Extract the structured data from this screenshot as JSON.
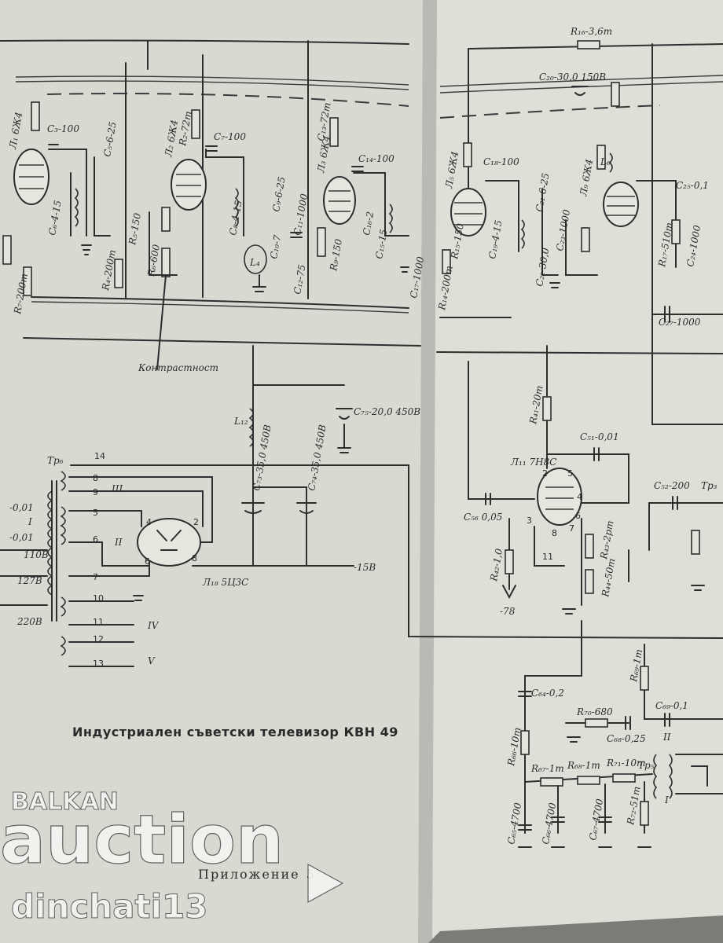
{
  "document": {
    "caption": "Индустриален съветски телевизор КВН 49",
    "footer_label": "Приложение",
    "footer_number": "5",
    "control_label": "Контрастност"
  },
  "watermark": {
    "brand_top": "BALKAN",
    "brand_main": "auction",
    "username": "dinchati13"
  },
  "left_labels": {
    "c3": "C₃-100",
    "c5": "C₅-6-25",
    "c6": "C₆-4-15",
    "l1": "Л₁ 6Ж4",
    "r2": "R₂-72т",
    "c7": "C₇-100",
    "l2": "Л₂ 6Ж4",
    "c8": "C₈-4-15",
    "c9": "C₉-6-25",
    "c10": "C₁₀-7",
    "c11": "C₁₁-1000",
    "c12": "C₁₂-75",
    "r5": "R₅-150",
    "r4": "R₄-200т",
    "r6": "R₆-600",
    "r7": "R₇-200т",
    "l3": "Л₃ 6Ж4",
    "c13": "C₁₃-72т",
    "c14": "C₁₄-100",
    "c15": "C₁₅-15",
    "c16": "C₁₆-2",
    "c17": "C₁₇-1000",
    "r9": "R₉-150",
    "l4": "L₄",
    "c73": "C₇₃-35,0 450В",
    "c74": "C₇₄-35,0 450В",
    "c75": "C₇₅-20,0 450В",
    "l12": "L₁₂",
    "tr6": "Тр₆",
    "l18": "Л₁₈ 5Ц3С",
    "v110": "110В",
    "v127": "127В",
    "v220": "220В",
    "v15": "-15В",
    "pin_numbers": [
      "14",
      "8",
      "9",
      "5",
      "6",
      "7",
      "10",
      "11",
      "12",
      "13",
      "4",
      "2",
      "6",
      "8"
    ],
    "winding_III": "III",
    "winding_II": "II",
    "winding_IV": "IV",
    "winding_V": "V",
    "winding_I": "I",
    "c01": "-0,01",
    "c001": "-0,01"
  },
  "right_labels": {
    "r16": "R₁₆-3,6т",
    "c20": "C₂₀-30,0 150В",
    "l6": "L₆",
    "l5": "Л₅ 6Ж4",
    "c18": "C₁₈-100",
    "c19": "C₁₉-4-15",
    "c21": "C₂₁-6-25",
    "l9": "Л₉ 6Ж4",
    "r14": "R₁₄-200т",
    "r15": "R₁₅-150",
    "c22": "C₂₂-30,0",
    "c23": "C₂₃-1000",
    "c24": "C₂₄-1000",
    "c25": "C₂₅-0,1",
    "r17": "R₁₇-510т",
    "c27": "C₂₇-1000",
    "r41": "R₄₁-20т",
    "c51": "C₅₁-0,01",
    "l11": "Л₁₁ 7Н8С",
    "c56": "C₅₆ 0,05",
    "r42": "R₄₂-1,0",
    "r43": "R₄₃-2рт",
    "r44": "R₄₄-50т",
    "c52": "C₅₂-200",
    "tr3": "Тр₃",
    "v78": "-78",
    "c64": "C₆₄-0,2",
    "r69": "R₆₉-1т",
    "r70": "R₇₀-680",
    "c68": "C₆₈-0,25",
    "c69": "C₆₉-0,1",
    "r66": "R₆₆-10т",
    "r67": "R₆₇-1т",
    "r68": "R₆₈-1т",
    "r71": "R₇₁-10т",
    "tr5": "Тр₅",
    "c65": "C₆₅-4700",
    "c66": "C₆₆-4700",
    "c67": "C₆₇-4700",
    "r72": "R₇₂-51т",
    "pins_l11": [
      "2",
      "5",
      "3",
      "4",
      "8",
      "7",
      "6",
      "11"
    ],
    "winding_II": "II",
    "winding_I": "I"
  }
}
